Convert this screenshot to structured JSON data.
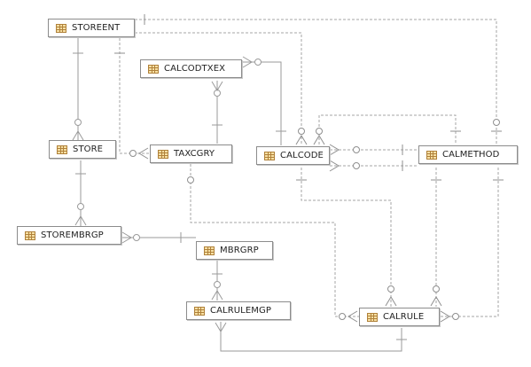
{
  "colors": {
    "entity_border": "#8c8c8c",
    "line": "#9a9a9a",
    "dashed": "#a6a6a6",
    "icon_fill": "#f6dfa3"
  },
  "icon": "table-icon",
  "entities": {
    "storeent": {
      "label": "STOREENT"
    },
    "calcodtxex": {
      "label": "CALCODTXEX"
    },
    "store": {
      "label": "STORE"
    },
    "taxcgry": {
      "label": "TAXCGRY"
    },
    "calcode": {
      "label": "CALCODE"
    },
    "calmethod": {
      "label": "CALMETHOD"
    },
    "storembrgrp": {
      "label": "STOREMBRGP"
    },
    "mbrgrp": {
      "label": "MBRGRP"
    },
    "calrulemgp": {
      "label": "CALRULEMGP"
    },
    "calrule": {
      "label": "CALRULE"
    }
  }
}
